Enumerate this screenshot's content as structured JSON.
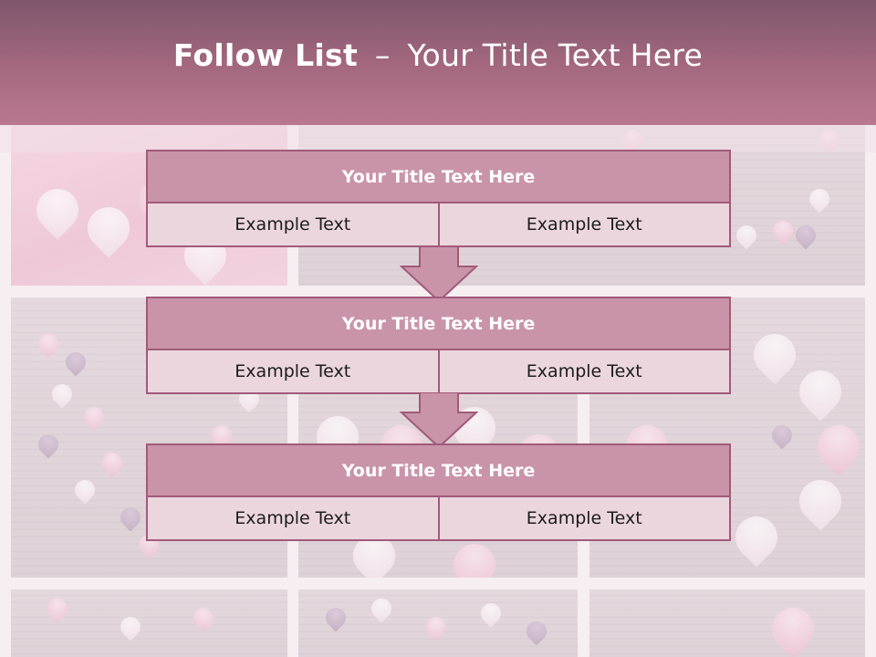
{
  "header": {
    "title_bold": "Follow List",
    "title_dash": "–",
    "title_rest": "Your Title Text Here"
  },
  "blocks": [
    {
      "title": "Your Title Text Here",
      "left": "Example Text",
      "right": "Example Text"
    },
    {
      "title": "Your Title Text Here",
      "left": "Example Text",
      "right": "Example Text"
    },
    {
      "title": "Your Title Text Here",
      "left": "Example Text",
      "right": "Example Text"
    }
  ],
  "colors": {
    "header_top": "#7e566b",
    "header_bottom": "#b97890",
    "block_header": "#c994aa",
    "block_body": "#ecd6de",
    "border": "#a15a79"
  }
}
